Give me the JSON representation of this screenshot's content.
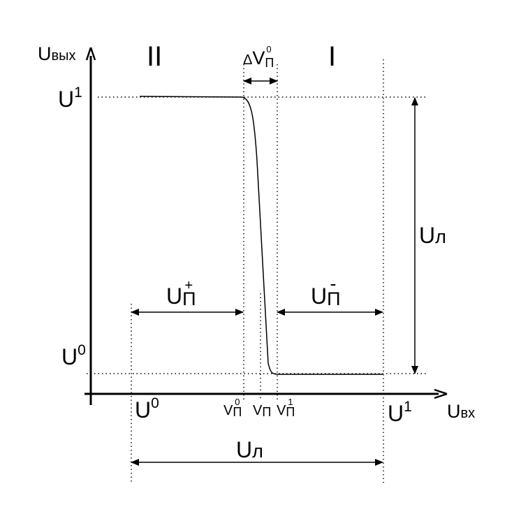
{
  "axes": {
    "y_label": "U",
    "y_label_sub": "вых",
    "x_label": "U",
    "x_label_sub": "вх"
  },
  "regions": {
    "left": "II",
    "right": "I"
  },
  "levels": {
    "high": "U",
    "high_sup": "1",
    "low": "U",
    "low_sup": "0"
  },
  "x_ticks": {
    "u0": "U",
    "u0_sup": "0",
    "vp0": "V",
    "vp0_sub": "П",
    "vp0_sup": "0",
    "vp": "V",
    "vp_sub": "П",
    "vp1": "V",
    "vp1_sub": "П",
    "vp1_sup": "1",
    "u1": "U",
    "u1_sup": "1"
  },
  "annotations": {
    "delta_symbol": "Δ",
    "delta_v": "V",
    "delta_sub": "П",
    "delta_sup": "0",
    "up_plus": "U",
    "up_plus_sub": "П",
    "up_plus_sup": "+",
    "up_minus": "U",
    "up_minus_sub": "П",
    "up_minus_sup": "-",
    "ul_vertical": "U",
    "ul_vertical_sub": "л",
    "ul_horizontal": "U",
    "ul_horizontal_sub": "л"
  }
}
